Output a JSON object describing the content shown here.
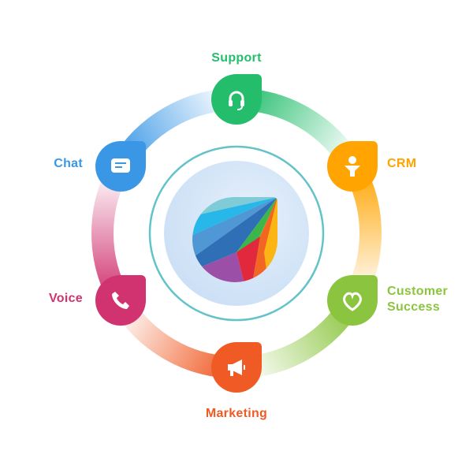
{
  "nodes": [
    {
      "id": "support",
      "label": "Support",
      "color": "#24bd6c",
      "icon": "headset-icon"
    },
    {
      "id": "crm",
      "label": "CRM",
      "color": "#ffa400",
      "icon": "funnel-user-icon"
    },
    {
      "id": "customer-success",
      "label": "Customer Success",
      "color": "#8bc53f",
      "icon": "heart-icon"
    },
    {
      "id": "marketing",
      "label": "Marketing",
      "color": "#f05a24",
      "icon": "megaphone-icon"
    },
    {
      "id": "voice",
      "label": "Voice",
      "color": "#d0336f",
      "icon": "phone-icon"
    },
    {
      "id": "chat",
      "label": "Chat",
      "color": "#3a97e6",
      "icon": "chat-bubble-icon"
    }
  ],
  "center": {
    "ring_color": "#63c3c9",
    "fill_color": "#d4e6f8",
    "logo": "freshworks-logo"
  }
}
